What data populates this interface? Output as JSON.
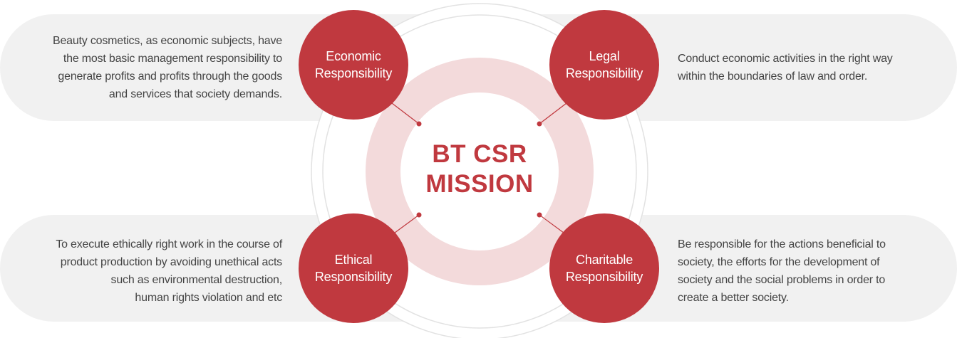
{
  "center": {
    "line1": "BT CSR",
    "line2": "MISSION"
  },
  "nodes": {
    "economic": {
      "line1": "Economic",
      "line2": "Responsibility"
    },
    "legal": {
      "line1": "Legal",
      "line2": "Responsibility"
    },
    "ethical": {
      "line1": "Ethical",
      "line2": "Responsibility"
    },
    "charitable": {
      "line1": "Charitable",
      "line2": "Responsibility"
    }
  },
  "descriptions": {
    "economic": [
      "Beauty cosmetics, as economic subjects, have",
      "the most basic management responsibility to",
      "generate profits and profits through the goods",
      "and services that society demands."
    ],
    "legal": [
      "Conduct economic activities in the right way",
      "within the boundaries of law and order."
    ],
    "ethical": [
      "To execute ethically right work in the course of",
      "product production by avoiding unethical acts",
      "such as environmental destruction,",
      "human rights violation and etc"
    ],
    "charitable": [
      "Be responsible for the actions beneficial to",
      "society, the efforts for the development of",
      "society and the social problems in order to",
      "create a better society."
    ]
  },
  "colors": {
    "accent": "#c0393f",
    "pill": "#f1f1f1",
    "ring": "#f3dadb",
    "text": "#444444"
  }
}
